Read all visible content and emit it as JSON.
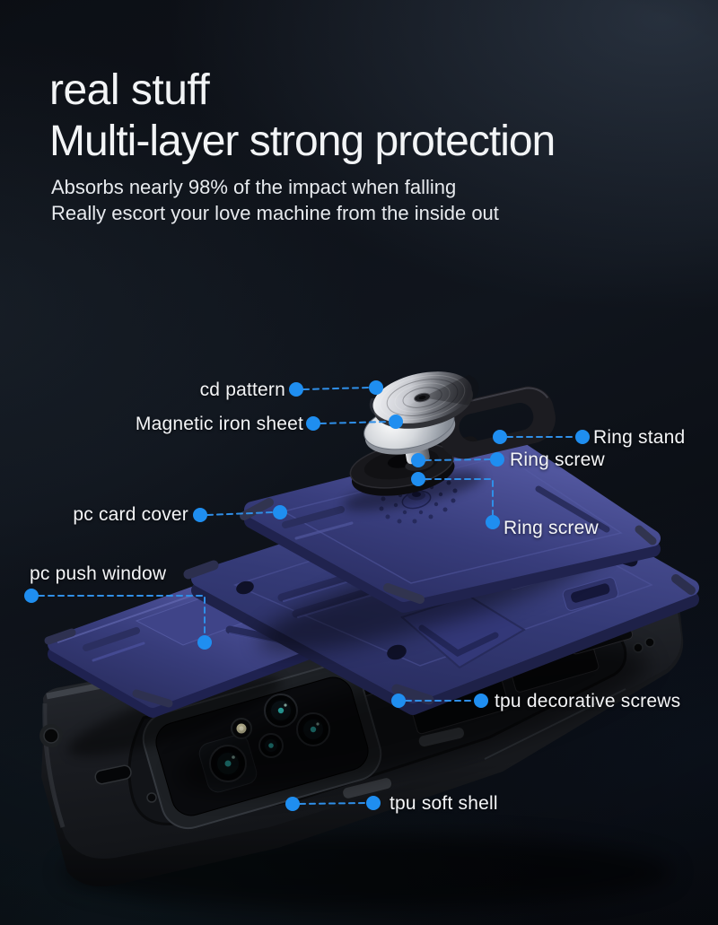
{
  "header": {
    "title_line1": "real stuff",
    "title_line2": "Multi-layer strong protection",
    "subtitle_line1": "Absorbs nearly 98% of the impact when falling",
    "subtitle_line2": "Really escort your love machine from the inside out"
  },
  "labels": {
    "cd_pattern": "cd pattern",
    "magnetic_iron_sheet": "Magnetic iron sheet",
    "ring_stand": "Ring stand",
    "ring_screw_upper": "Ring screw",
    "ring_screw_lower": "Ring screw",
    "pc_card_cover": "pc card cover",
    "pc_push_window": "pc push window",
    "tpu_decorative_screws": "tpu decorative screws",
    "tpu_soft_shell": "tpu soft shell"
  },
  "colors": {
    "accent_blue_dot": "#1f8ef0",
    "leader_line_blue": "#2f8fe8",
    "label_text": "#f4f5f7",
    "title_text": "#f2f4f6",
    "case_navy": "#3c4183",
    "case_black": "#17191c",
    "metal_silver": "#c9cbd1",
    "lens_teal": "#2fb9b4"
  }
}
